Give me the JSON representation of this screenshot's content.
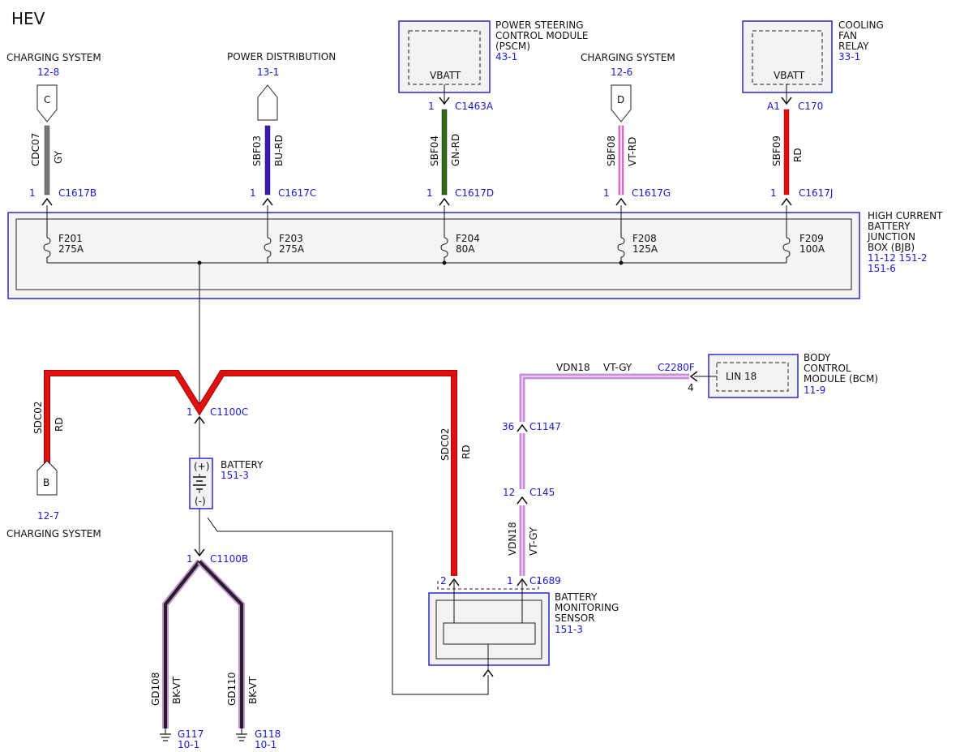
{
  "title": "HEV",
  "colors": {
    "box_outline": "#2a2ad0",
    "gray_wire": "#777777",
    "bu_rd_wire": "#3a1ab0",
    "gn_rd_wire": "#2e6d10",
    "vt_rd_wire": "#e070c8",
    "red_wire": "#e01010",
    "vt_gy_wire": "#c890d8",
    "bk_vt_wire": "#222222"
  },
  "top_refs": {
    "charging_c": {
      "label": "CHARGING SYSTEM",
      "ref": "12-8",
      "letter": "C",
      "circuit": "CDC07",
      "color": "GY",
      "pin": "1",
      "connector": "C1617B"
    },
    "power_dist": {
      "label": "POWER DISTRIBUTION",
      "ref": "13-1",
      "circuit": "SBF03",
      "color": "BU-RD",
      "pin": "1",
      "connector": "C1617C"
    },
    "pscm": {
      "label_line1": "POWER STEERING",
      "label_line2": "CONTROL MODULE",
      "label_line3": "(PSCM)",
      "ref": "43-1",
      "pin_name": "VBATT",
      "pin_top": "1",
      "connector_top": "C1463A",
      "circuit": "SBF04",
      "color": "GN-RD",
      "pin": "1",
      "connector": "C1617D"
    },
    "charging_d": {
      "label": "CHARGING SYSTEM",
      "ref": "12-6",
      "letter": "D",
      "circuit": "SBF08",
      "color": "VT-RD",
      "pin": "1",
      "connector": "C1617G"
    },
    "fan_relay": {
      "label_line1": "COOLING",
      "label_line2": "FAN",
      "label_line3": "RELAY",
      "ref": "33-1",
      "pin_name": "VBATT",
      "pin_top": "A1",
      "connector_top": "C170",
      "circuit": "SBF09",
      "color": "RD",
      "pin": "1",
      "connector": "C1617J"
    }
  },
  "bjb": {
    "label_line1": "HIGH CURRENT",
    "label_line2": "BATTERY",
    "label_line3": "JUNCTION",
    "label_line4": "BOX (BJB)",
    "ref_line1": "11-12 151-2",
    "ref_line2": "151-6",
    "fuses": [
      {
        "name": "F201",
        "rating": "275A"
      },
      {
        "name": "F203",
        "rating": "275A"
      },
      {
        "name": "F204",
        "rating": "80A"
      },
      {
        "name": "F208",
        "rating": "125A"
      },
      {
        "name": "F209",
        "rating": "100A"
      }
    ]
  },
  "c1100c": {
    "pin": "1",
    "connector": "C1100C"
  },
  "sdc02_left": {
    "circuit": "SDC02",
    "color": "RD"
  },
  "charging_b": {
    "letter": "B",
    "ref": "12-7",
    "label": "CHARGING SYSTEM"
  },
  "battery": {
    "label": "BATTERY",
    "ref": "151-3",
    "plus": "(+)",
    "minus": "(-)"
  },
  "c1100b": {
    "pin": "1",
    "connector": "C1100B"
  },
  "grounds": [
    {
      "circuit": "GD108",
      "color": "BK-VT",
      "name": "G117",
      "ref": "10-1"
    },
    {
      "circuit": "GD110",
      "color": "BK-VT",
      "name": "G118",
      "ref": "10-1"
    }
  ],
  "sdc02_right": {
    "circuit": "SDC02",
    "color": "RD"
  },
  "bcm": {
    "label_line1": "BODY",
    "label_line2": "CONTROL",
    "label_line3": "MODULE (BCM)",
    "ref": "11-9",
    "pin_name": "LIN 18",
    "pin": "4",
    "connector": "C2280F",
    "circuit": "VDN18",
    "color": "VT-GY"
  },
  "c1147": {
    "pin": "36",
    "connector": "C1147"
  },
  "c145": {
    "pin": "12",
    "connector": "C145"
  },
  "vdn18_vertical": {
    "circuit": "VDN18",
    "color": "VT-GY"
  },
  "bms": {
    "label_line1": "BATTERY",
    "label_line2": "MONITORING",
    "label_line3": "SENSOR",
    "ref": "151-3",
    "pin_left": "2",
    "pin_right": "1",
    "connector": "C1689"
  }
}
